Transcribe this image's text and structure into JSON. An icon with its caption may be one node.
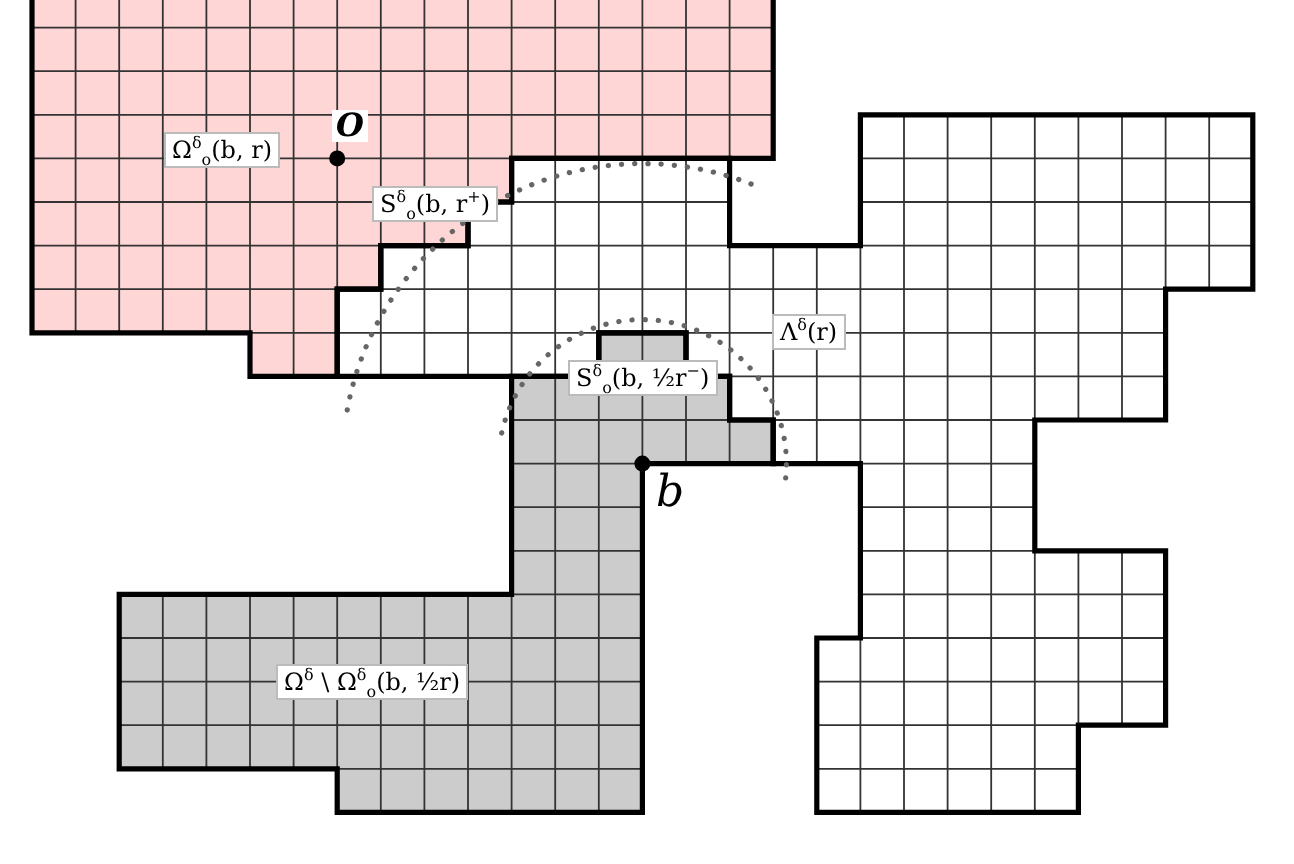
{
  "diagram": {
    "labels": [
      "O",
      "Ω$^{δ}$$_{o}$(b, r)",
      "S$^{δ}$$_{o}$(b, r$^{+}$)",
      "Λ$^{δ}$(r)",
      "S$^{δ}$$_{o}$(b, ½r$^{−}$)",
      "b",
      "Ω$^{δ}$ \\ Ω$^{δ}$$_{o}$(b, ½r)"
    ]
  }
}
